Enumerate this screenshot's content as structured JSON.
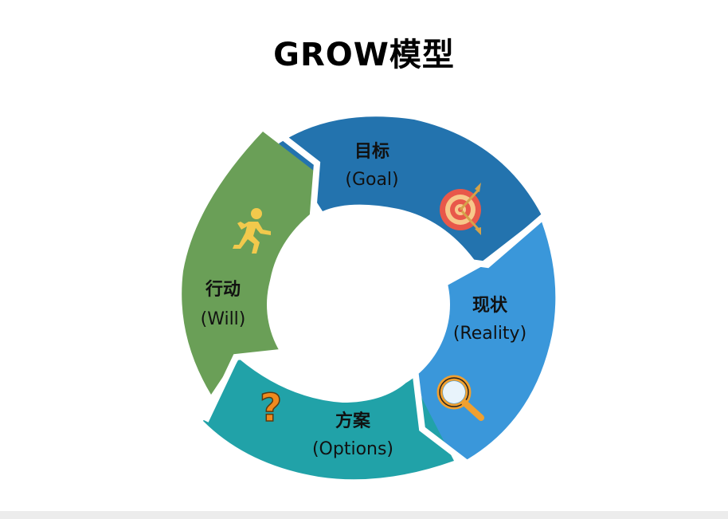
{
  "title": "GROW模型",
  "segments": [
    {
      "id": "goal",
      "cn": "目标",
      "en": "(Goal)",
      "color": "#2373ae",
      "icon": "target-icon"
    },
    {
      "id": "reality",
      "cn": "现状",
      "en": "(Reality)",
      "color": "#3a97da",
      "icon": "magnifier-icon"
    },
    {
      "id": "options",
      "cn": "方案",
      "en": "(Options)",
      "color": "#21a2a8",
      "icon": "question-mark-icon"
    },
    {
      "id": "will",
      "cn": "行动",
      "en": "(Will)",
      "color": "#6a9f57",
      "icon": "running-person-icon"
    }
  ]
}
